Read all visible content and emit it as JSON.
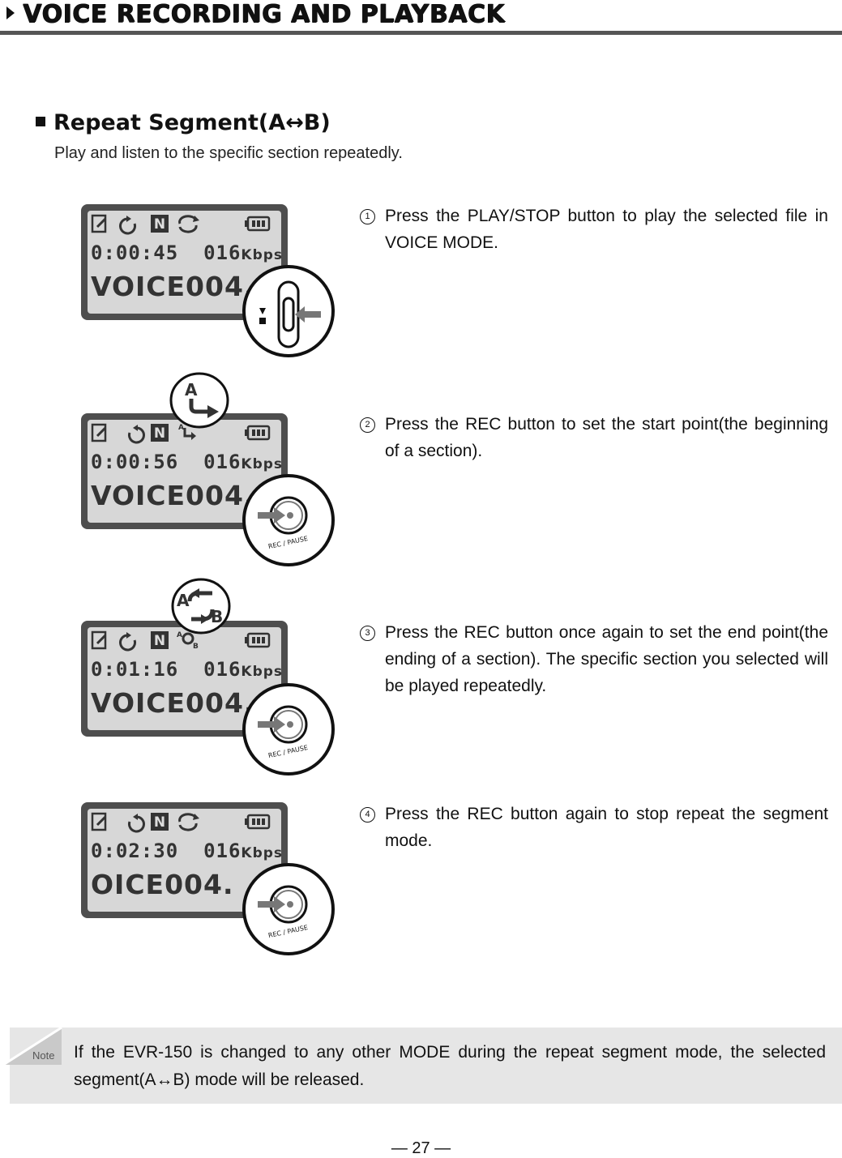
{
  "header": {
    "title": "VOICE RECORDING AND PLAYBACK"
  },
  "section": {
    "title": "Repeat Segment(A↔B)",
    "subtitle": "Play and listen to the specific section repeatedly."
  },
  "lcd_screens": [
    {
      "time": "0:00:45",
      "bitrate": "016",
      "unit": "Kbps",
      "filename": "VOICE004. M"
    },
    {
      "time": "0:00:56",
      "bitrate": "016",
      "unit": "Kbps",
      "filename": "VOICE004. M"
    },
    {
      "time": "0:01:16",
      "bitrate": "016",
      "unit": "Kbps",
      "filename": "VOICE004. M"
    },
    {
      "time": "0:02:30",
      "bitrate": "016",
      "unit": "Kbps",
      "filename": "OICE004.   M"
    }
  ],
  "lcd_icon_letter": "N",
  "button_label": "REC / PAUSE",
  "repeat_badges": {
    "a": "A",
    "b": "B"
  },
  "steps": [
    {
      "num": "1",
      "text": "Press the PLAY/STOP button to play the selected file in VOICE MODE."
    },
    {
      "num": "2",
      "text": "Press the REC button to set the start point(the beginning  of a section)."
    },
    {
      "num": "3",
      "text": "Press the REC button once again to set the end point(the ending of a section). The specific section you selected will be played repeatedly."
    },
    {
      "num": "4",
      "text": "Press the REC button again to stop repeat the segment mode."
    }
  ],
  "note": {
    "label": "Note",
    "text": "If the EVR-150 is changed to any other MODE during the repeat segment mode, the selected segment(A↔B) mode will be released."
  },
  "page_number": "— 27 —",
  "colors": {
    "lcd_frame": "#4e4e4e",
    "lcd_screen": "#d7d7d7",
    "note_bg": "#e6e6e6",
    "rule": "#555555"
  }
}
